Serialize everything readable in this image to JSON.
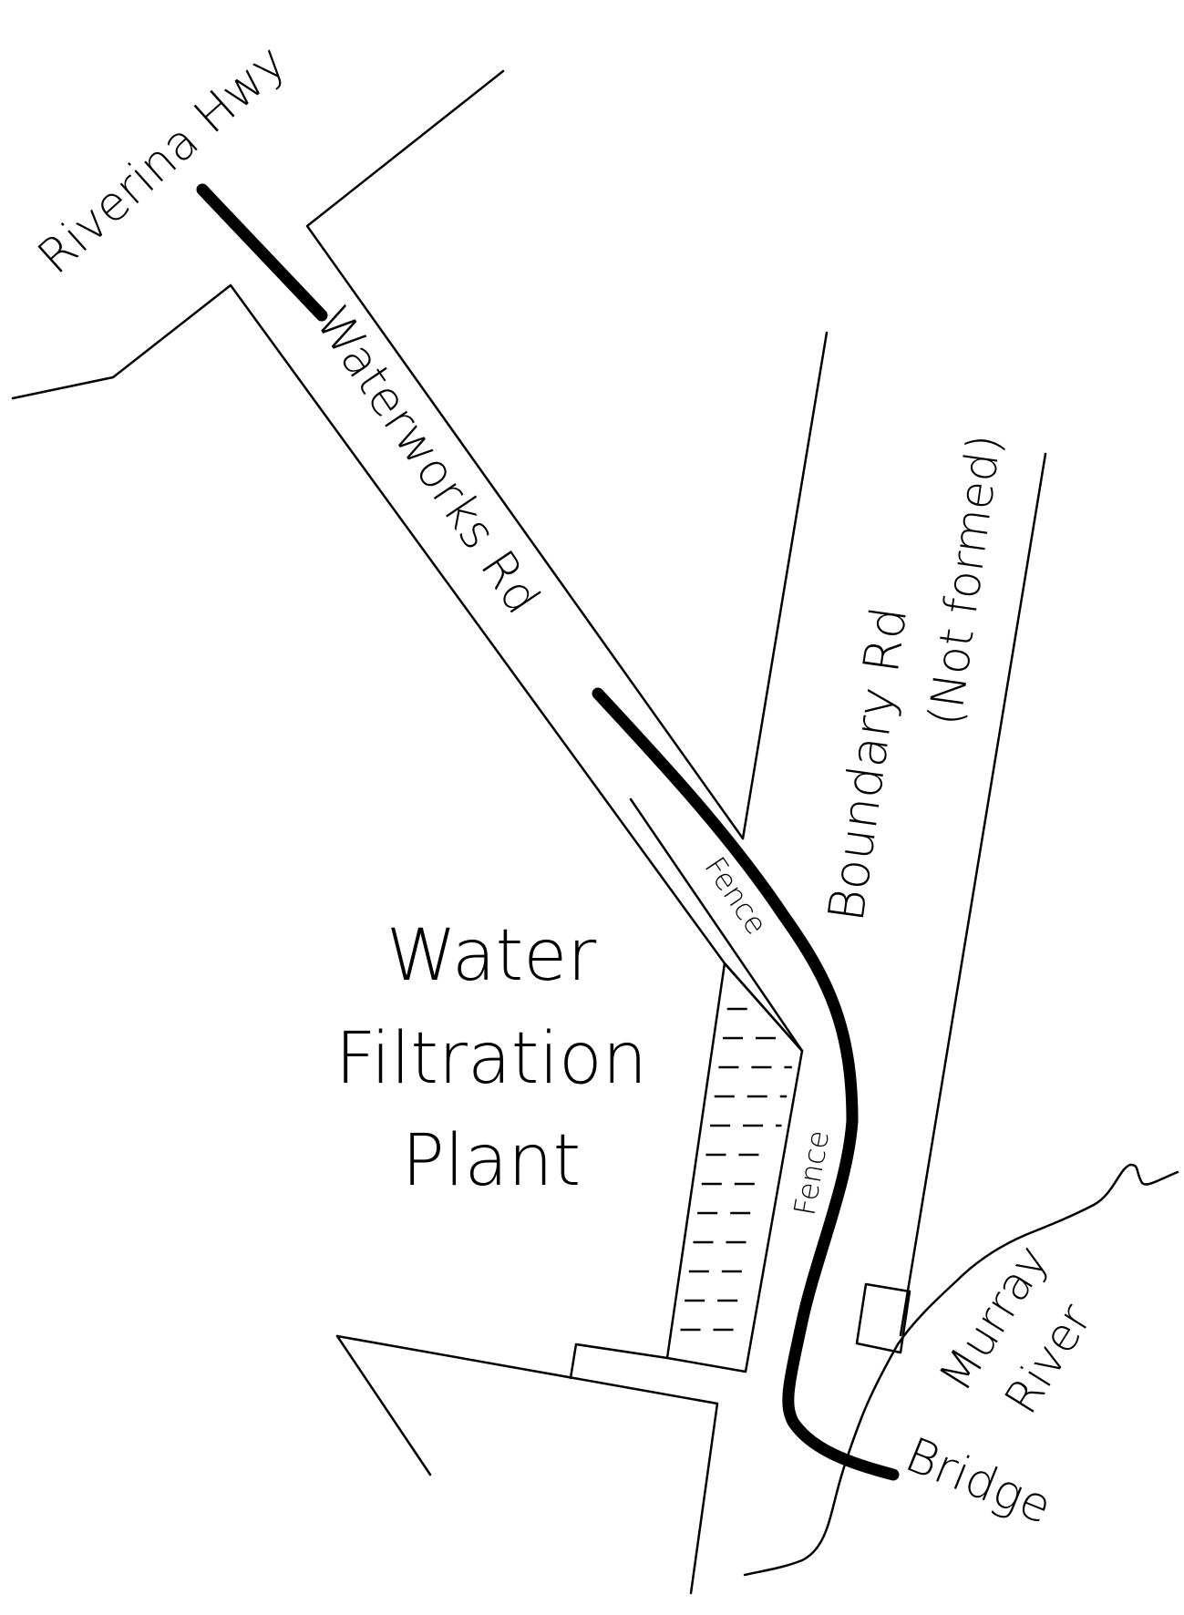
{
  "labels": {
    "riverina_hwy": "Riverina Hwy",
    "waterworks_rd": "Waterworks Rd",
    "boundary_rd": "Boundary Rd",
    "not_formed": "(Not formed)",
    "fence_upper": "Fence",
    "fence_lower": "Fence",
    "plant_line1": "Water",
    "plant_line2": "Filtration",
    "plant_line3": "Plant",
    "murray_line1": "Murray",
    "murray_line2": "River",
    "bridge": "Bridge"
  },
  "colors": {
    "ink": "#000000",
    "paper": "#ffffff"
  }
}
